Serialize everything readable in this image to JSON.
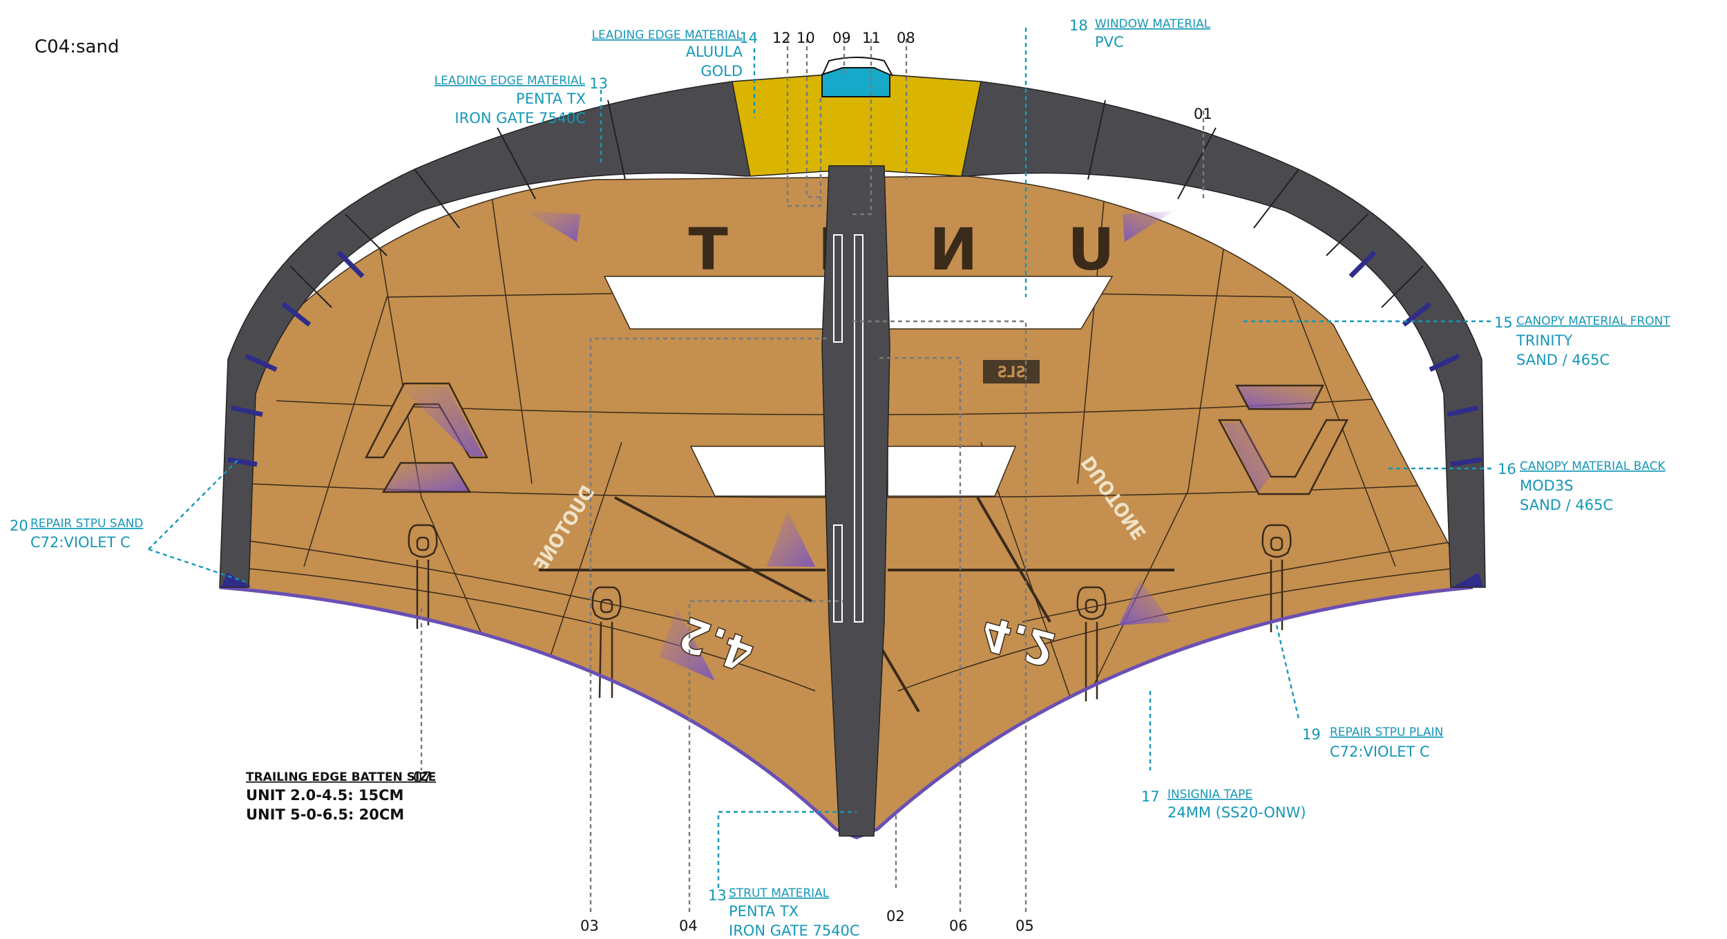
{
  "title": "C04:sand",
  "logo_text": "UNIT",
  "size_label": "4.2",
  "brand": "DUOTONE",
  "badge": "SLS",
  "colors": {
    "canopy": "#c48f4f",
    "leading_edge": "#4b4b4f",
    "aluula": "#d9b400",
    "window": "#ffffff",
    "valve": "#17a9c9",
    "trailing_edge": "#6a4fb4",
    "accent_violet": "#7c5cb0",
    "callout": "#1597b7"
  },
  "callouts": [
    {
      "num": "14",
      "title": "LEADING EDGE MATERIAL",
      "lines": [
        "ALUULA",
        "GOLD"
      ]
    },
    {
      "num": "13",
      "title": "LEADING EDGE MATERIAL",
      "lines": [
        "PENTA TX",
        "IRON GATE 7540C"
      ]
    },
    {
      "num": "18",
      "title": "WINDOW MATERIAL",
      "lines": [
        "PVC"
      ]
    },
    {
      "num": "15",
      "title": "CANOPY MATERIAL FRONT",
      "lines": [
        "TRINITY",
        "SAND / 465C"
      ]
    },
    {
      "num": "16",
      "title": "CANOPY MATERIAL BACK",
      "lines": [
        "MOD3S",
        "SAND / 465C"
      ]
    },
    {
      "num": "20",
      "title": "REPAIR STPU SAND",
      "lines": [
        "C72:VIOLET C"
      ]
    },
    {
      "num": "19",
      "title": "REPAIR STPU PLAIN",
      "lines": [
        "C72:VIOLET C"
      ]
    },
    {
      "num": "17",
      "title": "INSIGNIA TAPE",
      "lines": [
        "24MM (SS20-ONW)"
      ]
    },
    {
      "num": "13",
      "title": "STRUT MATERIAL",
      "lines": [
        "PENTA TX",
        "IRON GATE 7540C"
      ]
    }
  ],
  "batten": {
    "title": "TRAILING EDGE BATTEN SIZE",
    "num": "07",
    "lines": [
      "UNIT 2.0-4.5: 15CM",
      "UNIT 5-0-6.5: 20CM"
    ]
  },
  "part_numbers": [
    "01",
    "02",
    "03",
    "04",
    "05",
    "06",
    "08",
    "09",
    "10",
    "11",
    "12"
  ]
}
